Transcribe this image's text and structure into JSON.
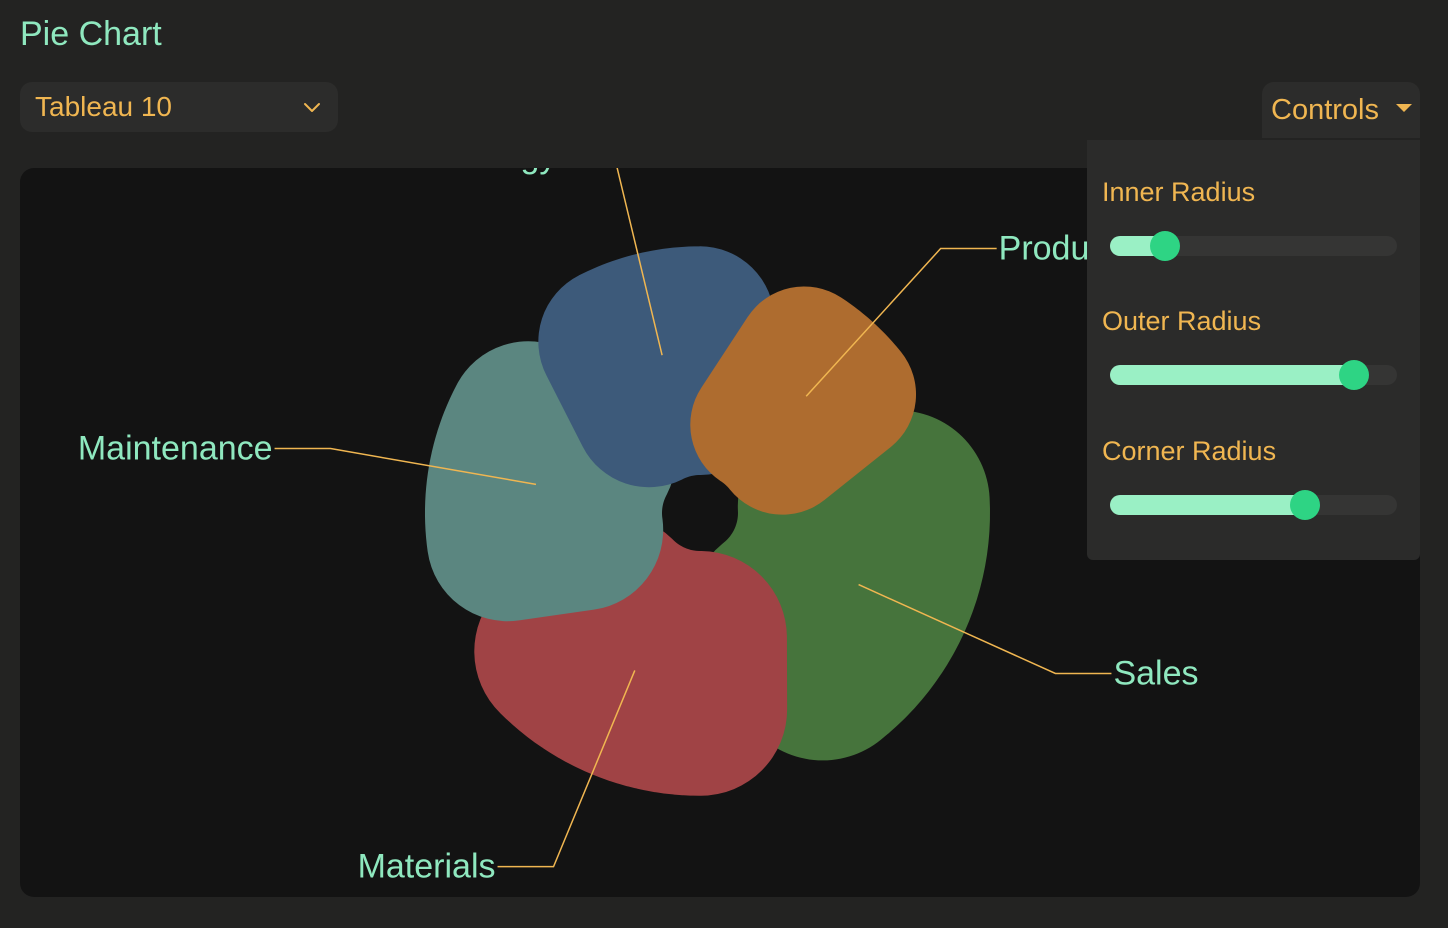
{
  "header": {
    "title": "Pie Chart"
  },
  "palette_select": {
    "value": "Tableau 10"
  },
  "controls": {
    "label": "Controls",
    "sliders": [
      {
        "label": "Inner Radius",
        "value": 0.19
      },
      {
        "label": "Outer Radius",
        "value": 0.85
      },
      {
        "label": "Corner Radius",
        "value": 0.68
      }
    ]
  },
  "colors": {
    "label_text": "#8fe8bf",
    "leader_line": "#f0b651"
  },
  "chart_data": {
    "type": "pie",
    "categories": [
      "Sales",
      "Materials",
      "Maintenance",
      "Technology",
      "Product"
    ],
    "values": [
      26,
      23,
      20,
      17,
      14
    ],
    "colors": [
      "#46743c",
      "#a04345",
      "#5b8680",
      "#3d5a7a",
      "#ae6c2f"
    ],
    "title": "",
    "legend": "none"
  }
}
